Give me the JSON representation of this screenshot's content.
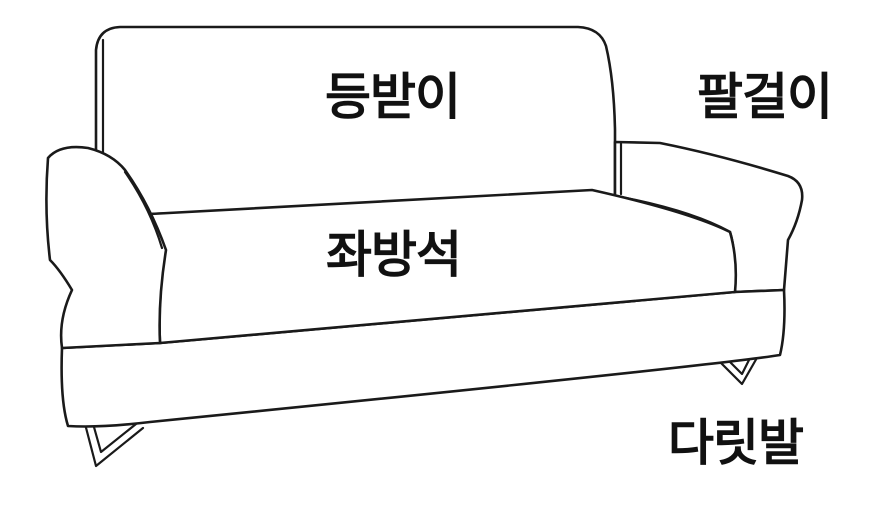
{
  "labels": {
    "backrest": "등받이",
    "armrest": "팔걸이",
    "seat": "좌방석",
    "legs": "다릿발"
  },
  "colors": {
    "line": "#1a1a1a",
    "fill": "#ffffff",
    "text": "#111111"
  }
}
